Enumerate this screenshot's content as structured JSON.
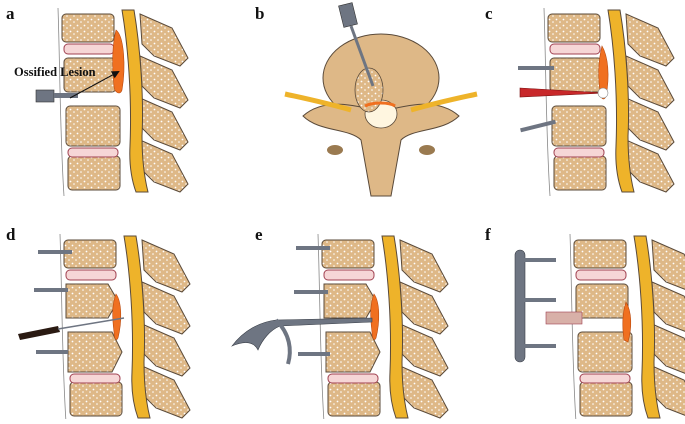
{
  "figure": {
    "panels": [
      {
        "id": "a",
        "label": "a"
      },
      {
        "id": "b",
        "label": "b"
      },
      {
        "id": "c",
        "label": "c"
      },
      {
        "id": "d",
        "label": "d"
      },
      {
        "id": "e",
        "label": "e"
      },
      {
        "id": "f",
        "label": "f"
      }
    ],
    "annotation": "Ossified Lesion",
    "colors": {
      "bone_fill": "#deb887",
      "bone_stroke": "#5a4a3a",
      "disc_fill": "#f6d6d6",
      "disc_stroke": "#a04050",
      "ligament": "#eeb32a",
      "lesion": "#f07020",
      "instrument": "#6e7582",
      "marrow_dots": "#ffffff"
    }
  }
}
